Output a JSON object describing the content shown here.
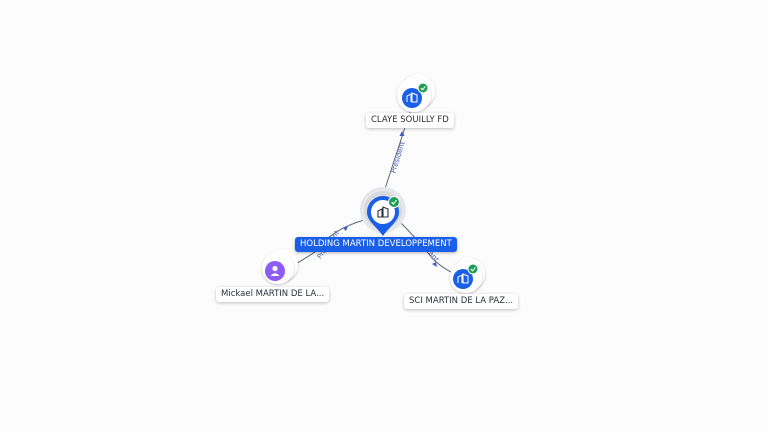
{
  "colors": {
    "primary": "#1a5fe8",
    "person": "#8b5cf6",
    "verified": "#1f9d57",
    "edge_label": "#3f5fbf",
    "edge_line": "#5f6577"
  },
  "nodes": {
    "main": {
      "label": "HOLDING MARTIN DEVELOPPEMENT",
      "icon": "building-icon",
      "verified": true
    },
    "top": {
      "label": "CLAYE SOUILLY FD",
      "icon": "building-icon",
      "verified": true
    },
    "right": {
      "label": "SCI MARTIN DE LA PAZ...",
      "icon": "building-icon",
      "verified": true
    },
    "left": {
      "label": "Mickael MARTIN DE LA...",
      "icon": "person-icon",
      "verified": false
    }
  },
  "edges": {
    "to_top": {
      "label": "Président"
    },
    "to_left": {
      "label": "Président"
    },
    "to_right": {
      "label": "Gérant"
    }
  }
}
